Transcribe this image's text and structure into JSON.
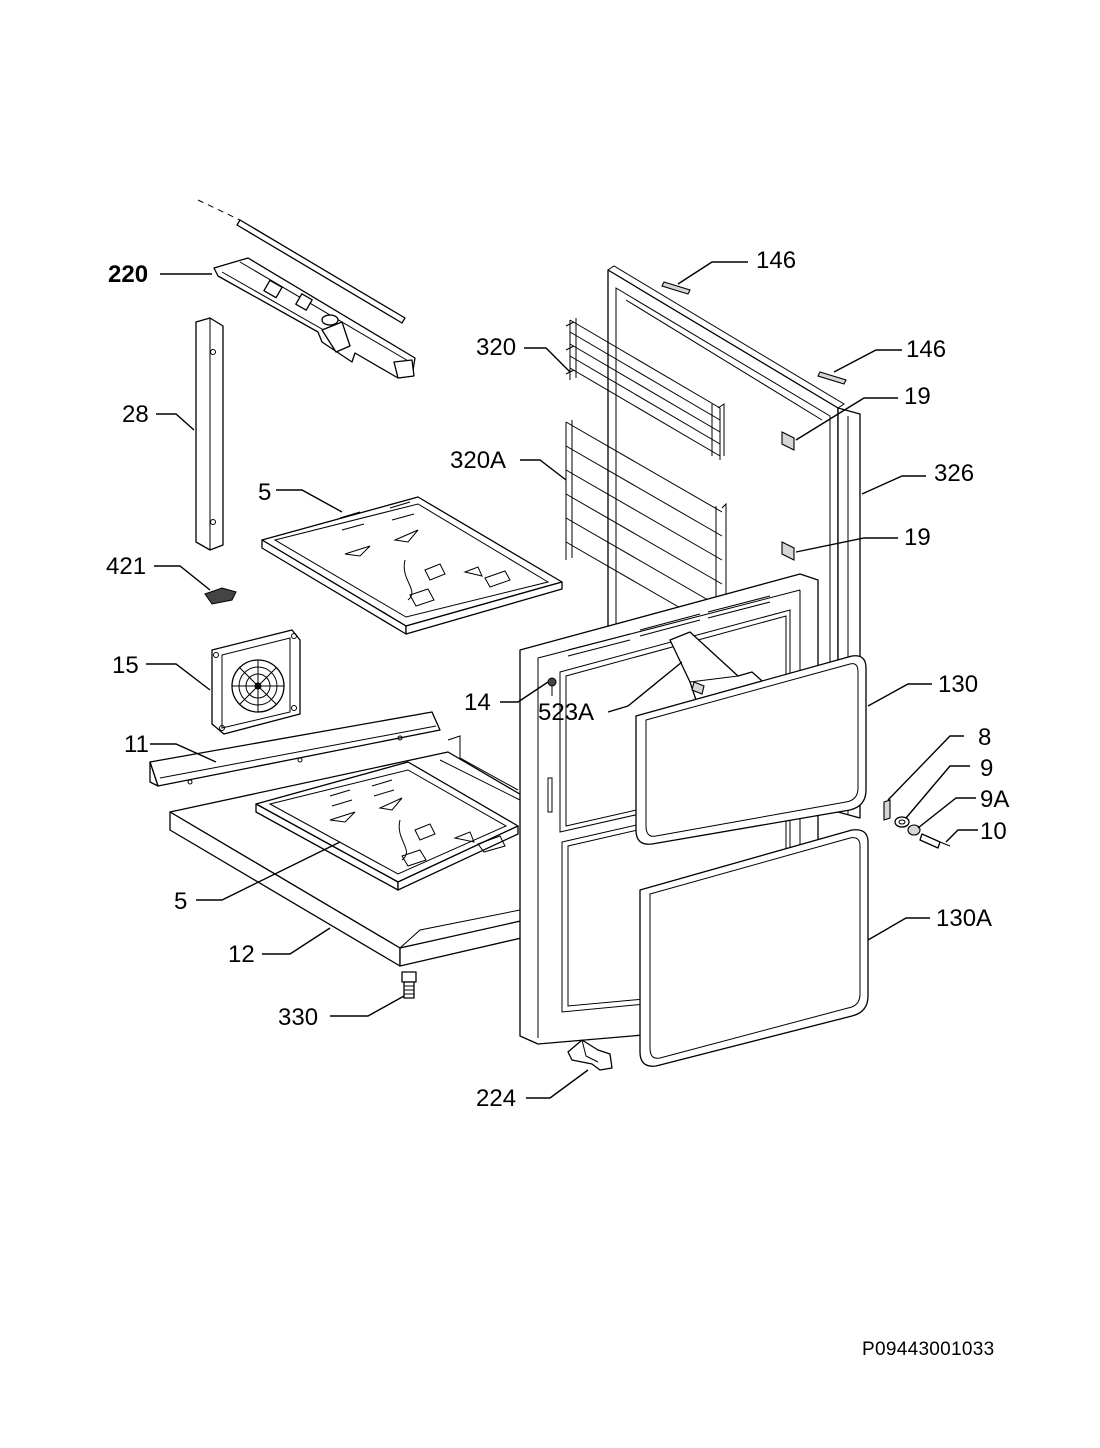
{
  "diagram": {
    "reference_code": "P09443001033",
    "callouts": {
      "c146a": "146",
      "c146b": "146",
      "c220": "220",
      "c320": "320",
      "c320A": "320A",
      "c28": "28",
      "c19a": "19",
      "c19b": "19",
      "c326": "326",
      "c5a": "5",
      "c421": "421",
      "c15": "15",
      "c14": "14",
      "c523A": "523A",
      "c130": "130",
      "c11": "11",
      "c8": "8",
      "c9": "9",
      "c9A": "9A",
      "c10": "10",
      "c5b": "5",
      "c130A": "130A",
      "c12": "12",
      "c330": "330",
      "c224": "224"
    }
  }
}
